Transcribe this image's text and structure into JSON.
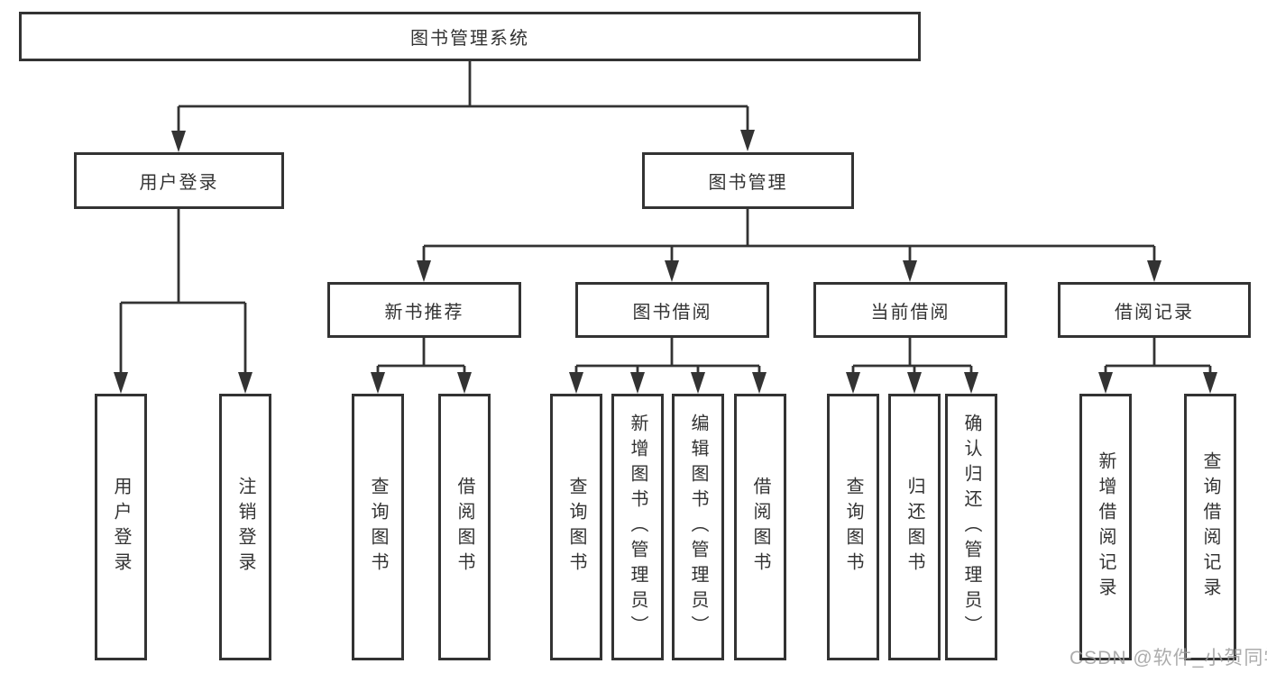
{
  "tree": {
    "root": {
      "label": "图书管理系统"
    },
    "login": {
      "label": "用户登录",
      "children": [
        {
          "label": "用户登录"
        },
        {
          "label": "注销登录"
        }
      ]
    },
    "management": {
      "label": "图书管理",
      "groups": [
        {
          "label": "新书推荐",
          "children": [
            {
              "label": "查询图书"
            },
            {
              "label": "借阅图书"
            }
          ]
        },
        {
          "label": "图书借阅",
          "children": [
            {
              "label": "查询图书"
            },
            {
              "label": "新增图书（管理员）"
            },
            {
              "label": "编辑图书（管理员）"
            },
            {
              "label": "借阅图书"
            }
          ]
        },
        {
          "label": "当前借阅",
          "children": [
            {
              "label": "查询图书"
            },
            {
              "label": "归还图书"
            },
            {
              "label": "确认归还（管理员）"
            }
          ]
        },
        {
          "label": "借阅记录",
          "children": [
            {
              "label": "新增借阅记录"
            },
            {
              "label": "查询借阅记录"
            }
          ]
        }
      ]
    }
  },
  "watermark": {
    "text": "CSDN @软件_小贺同学"
  },
  "colors": {
    "line": "#333333",
    "box_border": "#333333",
    "text": "#333333",
    "watermark": "#9e9e9e",
    "background": "#ffffff"
  }
}
